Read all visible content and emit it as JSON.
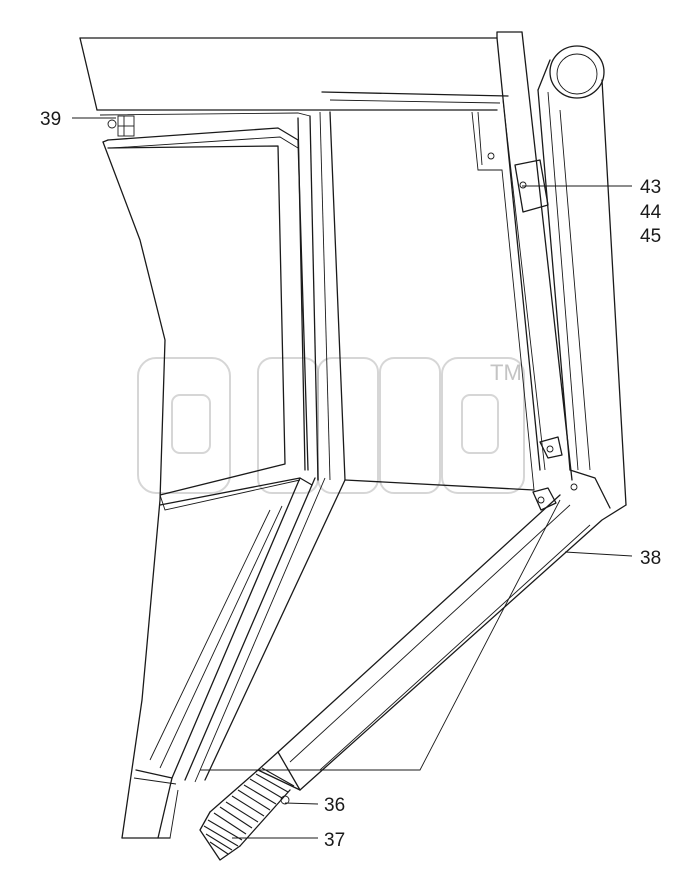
{
  "diagram": {
    "callouts": [
      {
        "id": "c39",
        "label": "39"
      },
      {
        "id": "c43",
        "label": "43"
      },
      {
        "id": "c44",
        "label": "44"
      },
      {
        "id": "c45",
        "label": "45"
      },
      {
        "id": "c38",
        "label": "38"
      },
      {
        "id": "c36",
        "label": "36"
      },
      {
        "id": "c37",
        "label": "37"
      }
    ],
    "watermark": {
      "trademark": "TM"
    }
  }
}
